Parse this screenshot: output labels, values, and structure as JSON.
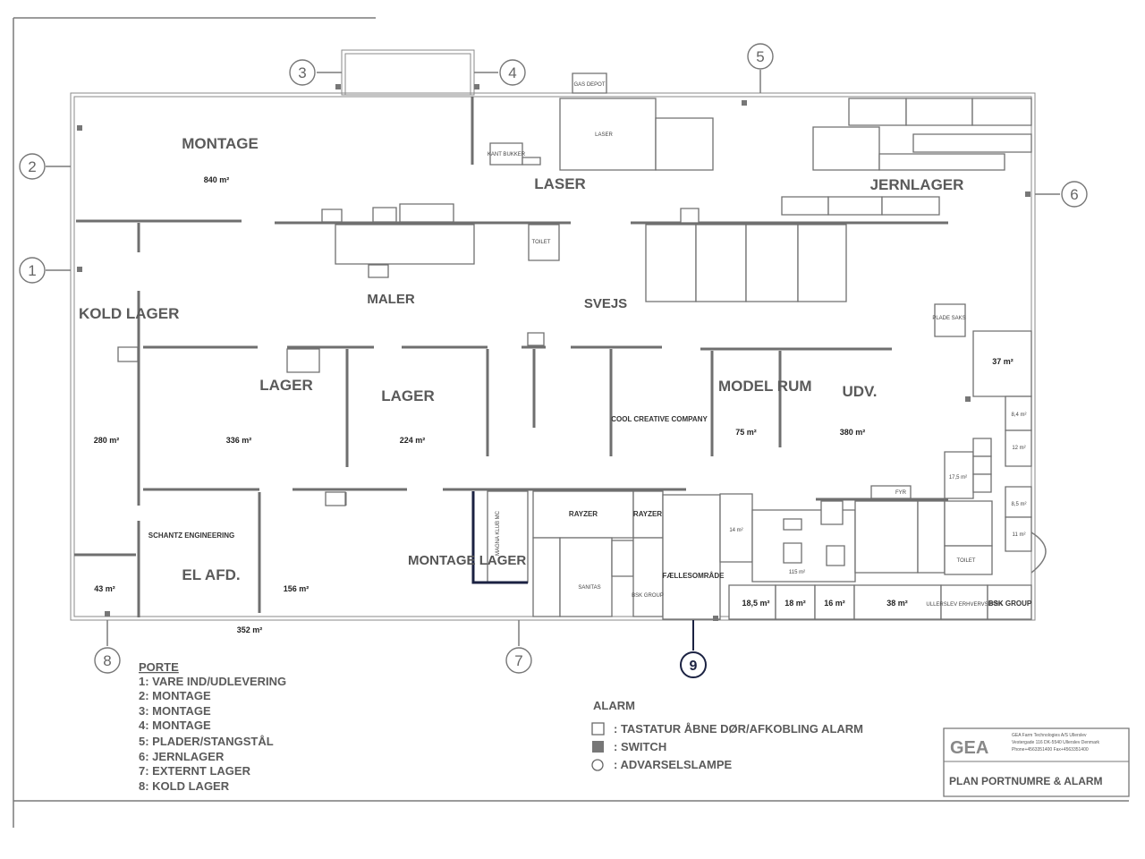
{
  "rooms": {
    "montage": "MONTAGE",
    "montage_area": "840 m²",
    "laser": "LASER",
    "laser_box": "LASER",
    "kant_bukker": "KANT BUKKER",
    "gas_depot": "GAS DEPOT",
    "jernlager": "JERNLAGER",
    "maler": "MALER",
    "svejs": "SVEJS",
    "kold_lager": "KOLD LAGER",
    "kold_lager_area": "280 m²",
    "lager1": "LAGER",
    "lager1_area": "336 m²",
    "lager2": "LAGER",
    "lager2_area": "224 m²",
    "cool_creative": "COOL CREATIVE COMPANY",
    "model_rum": "MODEL RUM",
    "model_rum_area": "75 m²",
    "udv": "UDV.",
    "udv_area": "380 m²",
    "plade_saks": "PLADE SAKS",
    "area_37": "37 m²",
    "area_8_4": "8,4 m²",
    "area_12": "12 m²",
    "area_17_5": "17,5 m²",
    "area_8_5": "8,5 m²",
    "area_11": "11 m²",
    "schantz": "SCHANTZ ENGINEERING",
    "el_afd": "EL AFD.",
    "area_156": "156 m²",
    "area_43": "43 m²",
    "area_352": "352 m²",
    "montage_lager": "MONTAGE LAGER",
    "magna_klub": "MAGNA KLUB MC",
    "rayzer1": "RAYZER",
    "rayzer2": "RAYZER",
    "faellesomraade": "FÆLLESOMRÅDE",
    "bsk_group1": "BSK GROUP",
    "bsk_group2": "BSK GROUP",
    "area_14": "14 m²",
    "area_115": "115 m²",
    "area_18_5": "18,5 m²",
    "area_18": "18 m²",
    "area_16": "16 m²",
    "area_38": "38 m²",
    "ullerslev": "ULLERSLEV ERHVERVSPARK",
    "toilet1": "TOILET",
    "toilet2": "TOILET",
    "fyr": "FYR",
    "sanitas": "SANITAS"
  },
  "markers": [
    "1",
    "2",
    "3",
    "4",
    "5",
    "6",
    "7",
    "8",
    "9"
  ],
  "legend": {
    "title": "PORTE",
    "items": [
      "1: VARE IND/UDLEVERING",
      "2: MONTAGE",
      "3: MONTAGE",
      "4: MONTAGE",
      "5: PLADER/STANGSTÅL",
      "6: JERNLAGER",
      "7: EXTERNT LAGER",
      "8: KOLD LAGER"
    ]
  },
  "alarm": {
    "title": "ALARM",
    "items": [
      ": TASTATUR ÅBNE DØR/AFKOBLING ALARM",
      ": SWITCH",
      ": ADVARSELSLAMPE"
    ]
  },
  "title_block": {
    "logo": "GEA",
    "company_lines": [
      "GEA Farm Technologies A/S Ullerslev",
      "Vestergade 116 DK-5540 Ullerslev Denmark",
      "Phone+4563351400  Fax+4563351400"
    ],
    "title": "PLAN PORTNUMRE & ALARM"
  },
  "colors": {
    "wall": "#6f6f6f",
    "text": "#5a5a5a",
    "highlight": "#1b2242"
  }
}
